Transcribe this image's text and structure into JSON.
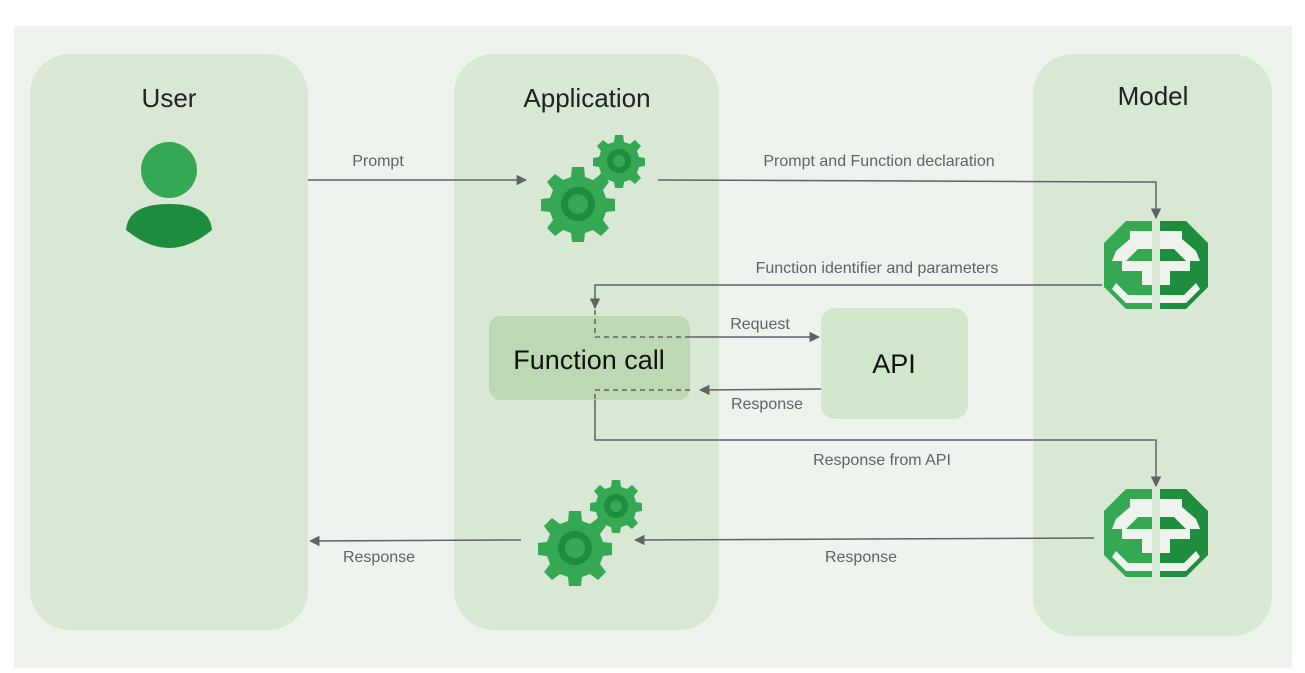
{
  "lanes": {
    "user": "User",
    "application": "Application",
    "model": "Model"
  },
  "boxes": {
    "function_call": "Function call",
    "api": "API"
  },
  "flows": {
    "prompt": "Prompt",
    "prompt_and_declaration": "Prompt and Function declaration",
    "function_identifier": "Function identifier and parameters",
    "request": "Request",
    "api_response": "Response",
    "response_from_api": "Response from API",
    "model_response": "Response",
    "user_response": "Response"
  },
  "colors": {
    "background": "#eff3ee",
    "lane": "#d8e8d4",
    "function_call_box": "#bcd9b4",
    "api_box": "#d2e6cc",
    "accent_green": "#34a853",
    "dark_green": "#1e8e3e",
    "arrow": "#5f6368"
  },
  "icons": {
    "user": "user-icon",
    "gears": "gears-icon",
    "model": "brain-icon"
  }
}
